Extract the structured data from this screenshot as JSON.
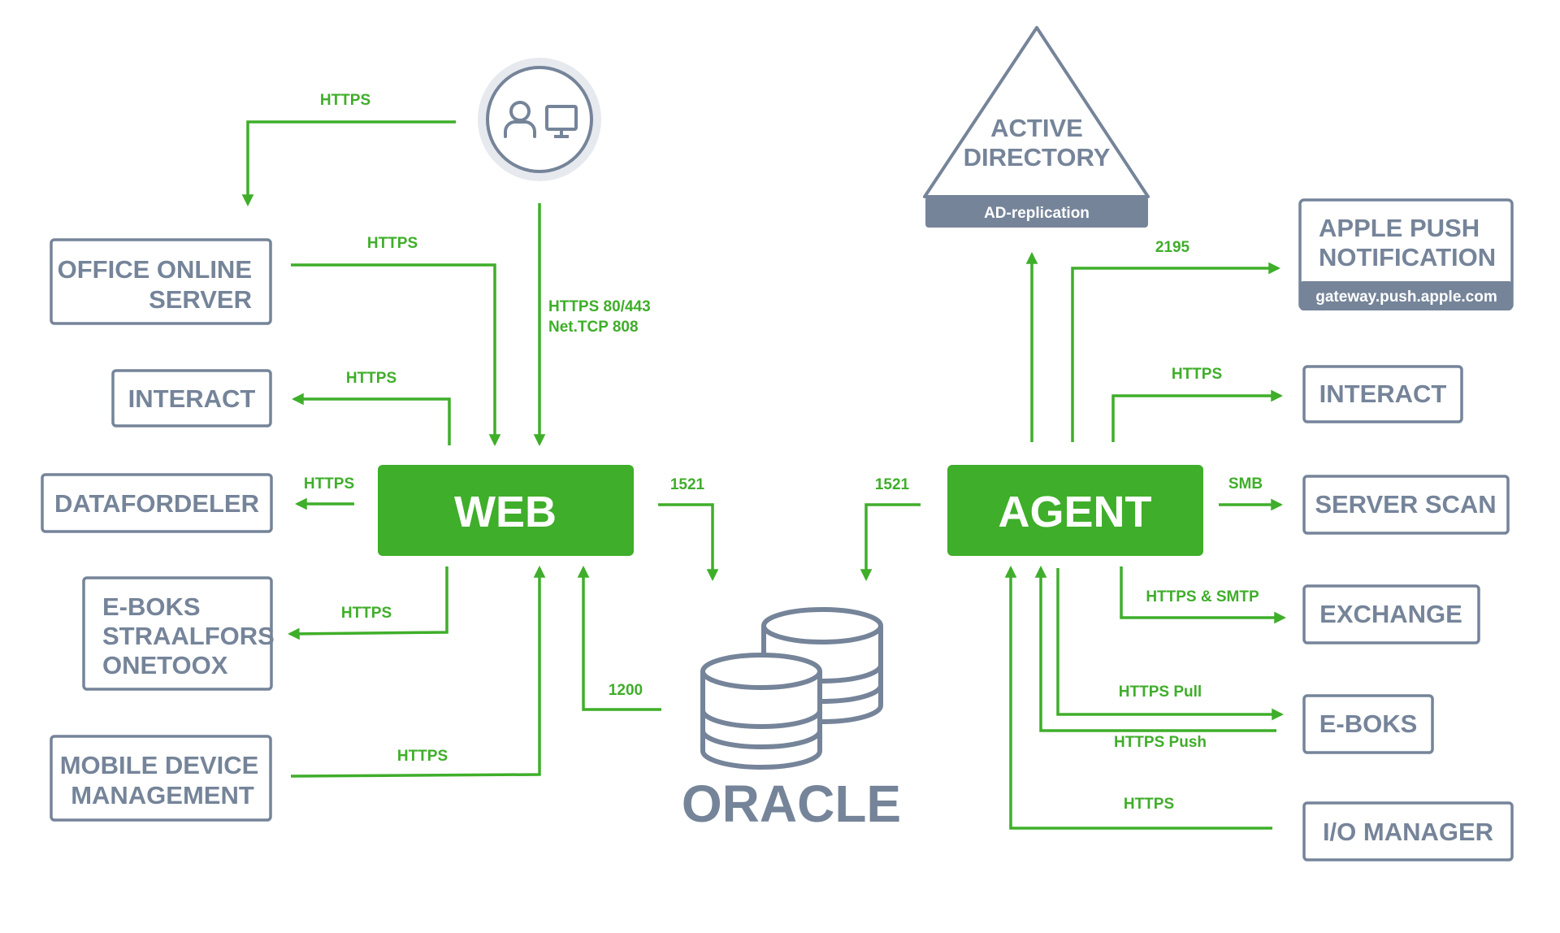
{
  "nodes": {
    "web": "WEB",
    "agent": "AGENT",
    "oracle": "ORACLE"
  },
  "left_boxes": {
    "office_online_1": "OFFICE ONLINE",
    "office_online_2": "SERVER",
    "interact": "INTERACT",
    "datafordeler": "DATAFORDELER",
    "eboks_1": "E-BOKS",
    "eboks_2": "STRAALFORS",
    "eboks_3": "ONETOOX",
    "mdm_1": "MOBILE DEVICE",
    "mdm_2": "MANAGEMENT"
  },
  "right_boxes": {
    "active_directory_1": "ACTIVE",
    "active_directory_2": "DIRECTORY",
    "ad_replication": "AD-replication",
    "apple_push_1": "APPLE PUSH",
    "apple_push_2": "NOTIFICATION",
    "apple_gateway": "gateway.push.apple.com",
    "interact": "INTERACT",
    "server_scan": "SERVER SCAN",
    "exchange": "EXCHANGE",
    "eboks": "E-BOKS",
    "io_manager": "I/O MANAGER"
  },
  "labels": {
    "user_to_office": "HTTPS",
    "office_to_web": "HTTPS",
    "user_to_web_1": "HTTPS 80/443",
    "user_to_web_2": "Net.TCP 808",
    "web_to_interact": "HTTPS",
    "web_to_datafordeler": "HTTPS",
    "web_to_eboks": "HTTPS",
    "mdm_to_web": "HTTPS",
    "web_to_oracle": "1521",
    "oracle_to_web": "1200",
    "agent_to_oracle": "1521",
    "agent_to_apple": "2195",
    "agent_to_interact": "HTTPS",
    "agent_to_serverscan": "SMB",
    "agent_to_exchange": "HTTPS & SMTP",
    "agent_to_eboks_pull": "HTTPS Pull",
    "eboks_to_agent_push": "HTTPS Push",
    "io_to_agent": "HTTPS"
  },
  "colors": {
    "green": "#3fae2a",
    "slate": "#758499",
    "user_circle_bg": "#e6e9ee"
  },
  "icons": [
    "user-icon",
    "monitor-icon",
    "database-icon",
    "arrow-icon"
  ]
}
